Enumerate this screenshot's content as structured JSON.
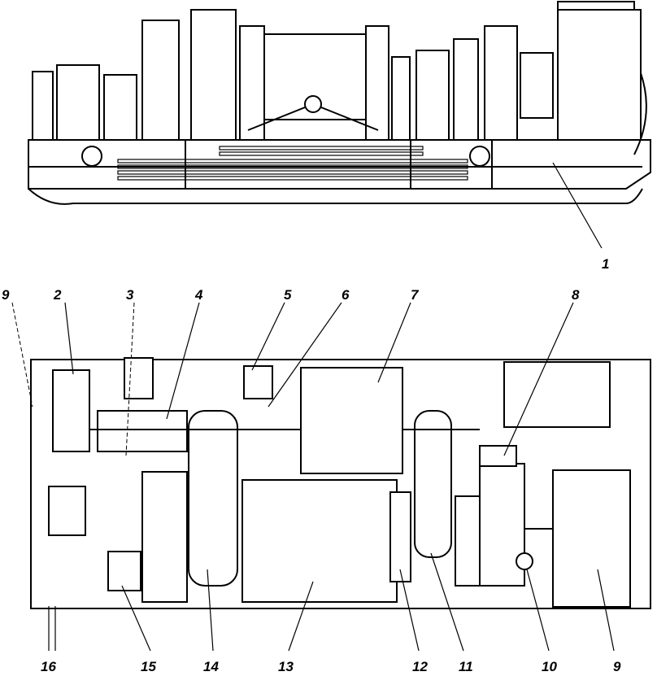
{
  "figure": {
    "side_view_labels": [
      {
        "id": "label-1",
        "text": "1"
      }
    ],
    "plan_view_top_labels": [
      {
        "text": "9"
      },
      {
        "text": "2"
      },
      {
        "text": "3"
      },
      {
        "text": "4"
      },
      {
        "text": "5"
      },
      {
        "text": "6"
      },
      {
        "text": "7"
      },
      {
        "text": "8"
      }
    ],
    "plan_view_bottom_labels": [
      {
        "text": "16"
      },
      {
        "text": "15"
      },
      {
        "text": "14"
      },
      {
        "text": "13"
      },
      {
        "text": "12"
      },
      {
        "text": "11"
      },
      {
        "text": "10"
      },
      {
        "text": "9"
      }
    ]
  }
}
